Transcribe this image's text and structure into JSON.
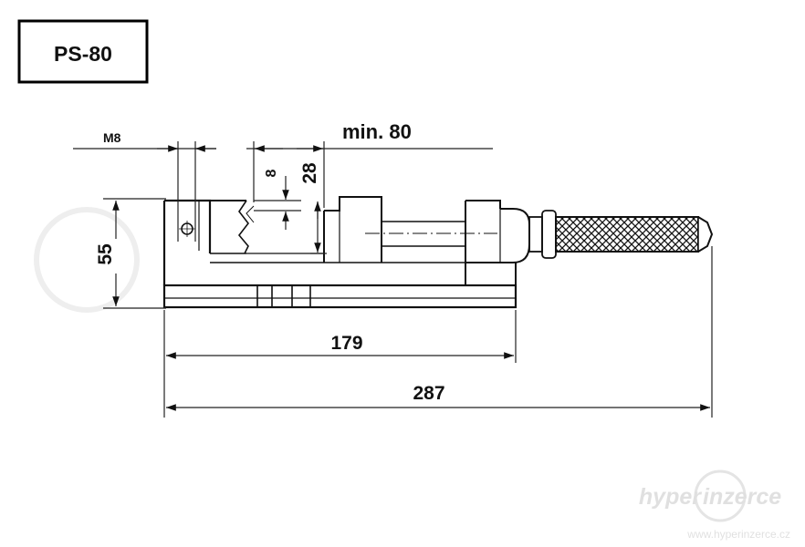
{
  "title_box": {
    "label": "PS-80"
  },
  "dimensions": {
    "thread": "M8",
    "jaw_opening": "min. 80",
    "jaw_step": "8",
    "jaw_height": "28",
    "height": "55",
    "base_length": "179",
    "overall_length": "287"
  },
  "watermark": {
    "brand_left": "hyper",
    "brand_right": "inzerce",
    "url": "www.hyperinzerce.cz"
  },
  "colors": {
    "ink": "#111111",
    "paper": "#ffffff",
    "watermark": "#d8d8d8"
  }
}
